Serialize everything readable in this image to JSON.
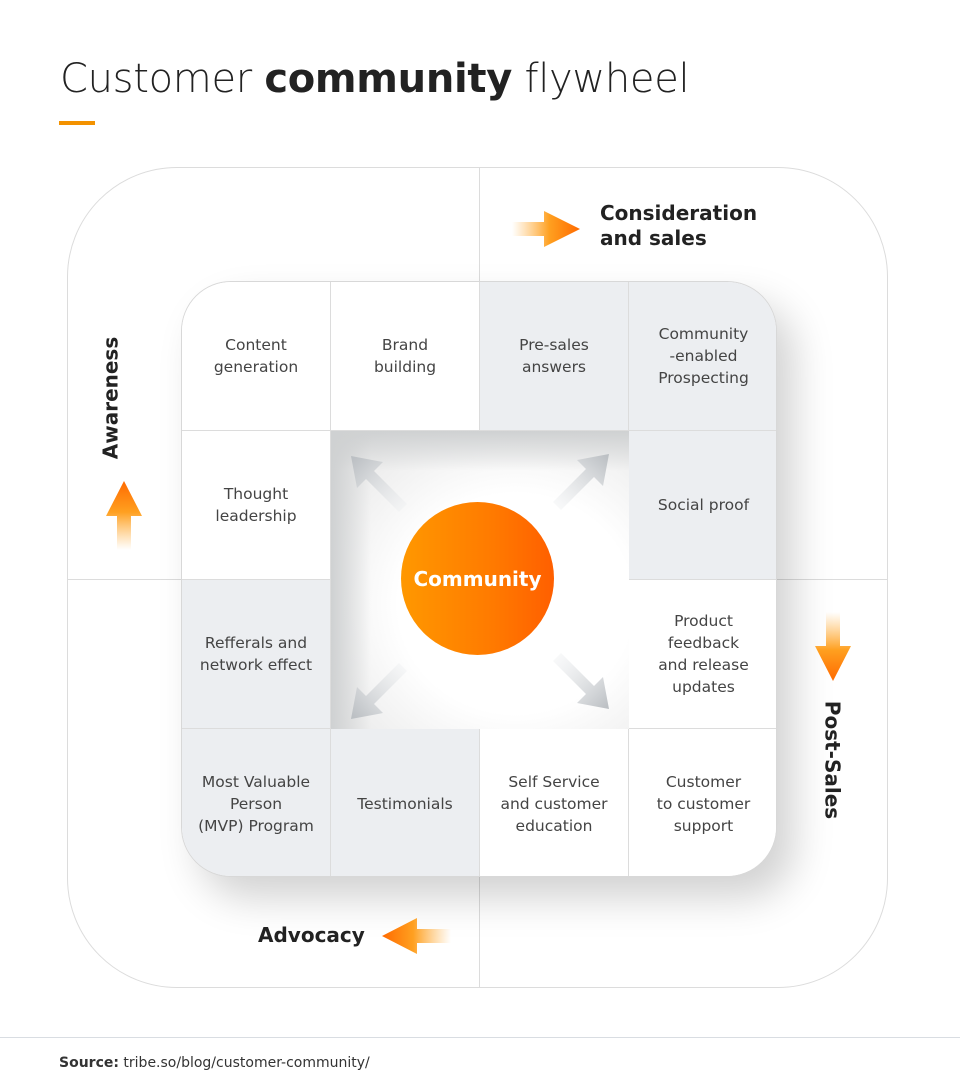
{
  "title": {
    "prefix": "Customer ",
    "bold": "community",
    "suffix": " flywheel"
  },
  "colors": {
    "accent": "#f39200",
    "orange_gradient_start": "#ff9800",
    "orange_gradient_end": "#ff5f00",
    "cell_gray": "#eceef1",
    "text_dark": "#222222"
  },
  "stages": {
    "consideration": "Consideration\nand sales",
    "awareness": "Awareness",
    "post_sales": "Post-Sales",
    "advocacy": "Advocacy"
  },
  "center": {
    "label": "Community",
    "arrows": [
      "up-left",
      "up-right",
      "down-left",
      "down-right"
    ]
  },
  "cells": [
    {
      "label": "Content\ngeneration",
      "shade": "white"
    },
    {
      "label": "Brand\nbuilding",
      "shade": "white"
    },
    {
      "label": "Pre-sales\nanswers",
      "shade": "gray"
    },
    {
      "label": "Community\n-enabled\nProspecting",
      "shade": "gray"
    },
    {
      "label": "Thought\nleadership",
      "shade": "white"
    },
    {
      "label": "Social proof",
      "shade": "gray"
    },
    {
      "label": "Refferals and\nnetwork effect",
      "shade": "gray"
    },
    {
      "label": "Product\nfeedback\nand release\nupdates",
      "shade": "white"
    },
    {
      "label": "Most Valuable\nPerson\n(MVP) Program",
      "shade": "gray"
    },
    {
      "label": "Testimonials",
      "shade": "gray"
    },
    {
      "label": "Self Service\nand customer\neducation",
      "shade": "white"
    },
    {
      "label": "Customer\nto customer\nsupport",
      "shade": "white"
    }
  ],
  "footer": {
    "source_label": "Source:",
    "source_text": " tribe.so/blog/customer-community/"
  }
}
